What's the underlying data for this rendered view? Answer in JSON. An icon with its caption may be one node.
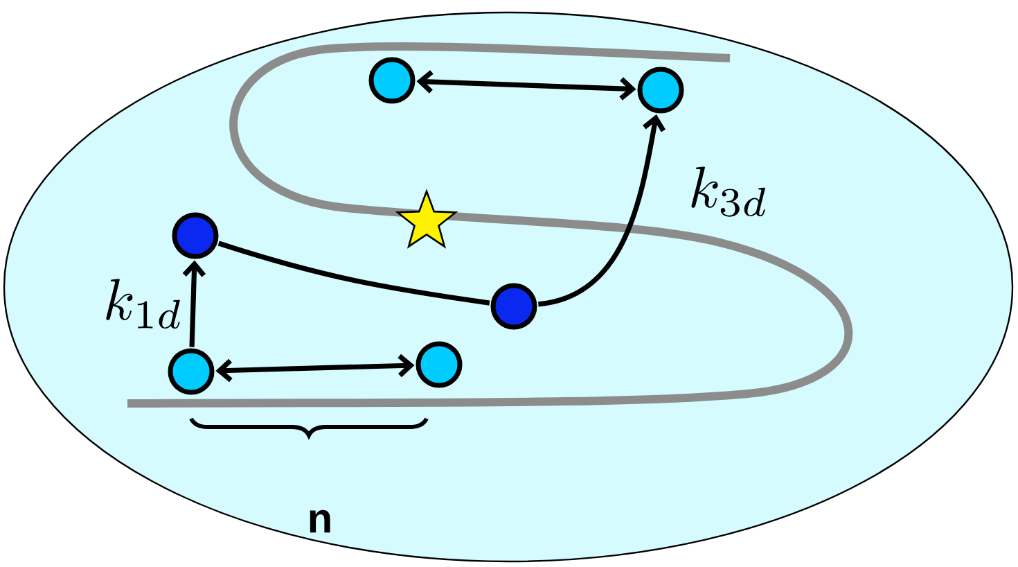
{
  "diagram": {
    "nodes": [
      {
        "text": [],
        "shape": "circle"
      },
      {
        "text": [],
        "shape": "circle"
      },
      {
        "text": [],
        "shape": "circle"
      },
      {
        "text": [],
        "shape": "circle"
      },
      {
        "text": [],
        "shape": "circle"
      },
      {
        "text": [],
        "shape": "circle"
      }
    ],
    "edges": [
      {
        "from": 0,
        "to": 1,
        "arrow": "both"
      },
      {
        "from": 4,
        "to": 2,
        "arrow": "to",
        "label": "k_{1d}"
      },
      {
        "from": 2,
        "to": 3,
        "arrow": "none"
      },
      {
        "from": 3,
        "to": 1,
        "arrow": "to",
        "label": "k_{3d}"
      },
      {
        "from": 4,
        "to": 5,
        "arrow": "both"
      }
    ],
    "labels": [
      "n"
    ]
  }
}
